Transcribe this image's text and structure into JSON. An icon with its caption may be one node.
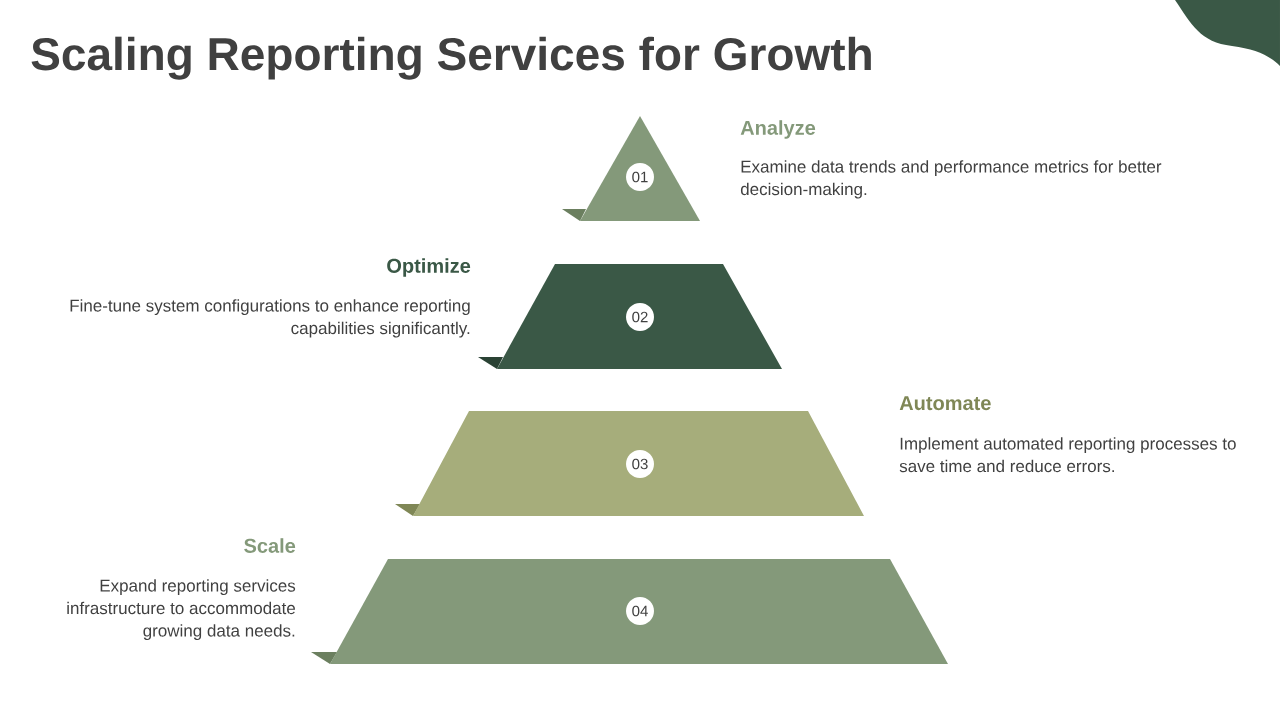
{
  "diagram": {
    "title": "Scaling Reporting Services for Growth",
    "nodes": [
      {
        "text": [
          "01"
        ],
        "beside": [
          "Analyze",
          "Examine data trends and performance metrics for better decision-making."
        ]
      },
      {
        "text": [
          "02"
        ],
        "beside": [
          "Optimize",
          "Fine-tune system configurations to enhance reporting capabilities significantly."
        ]
      },
      {
        "text": [
          "03"
        ],
        "beside": [
          "Automate",
          "Implement automated reporting processes to save time and reduce errors."
        ]
      },
      {
        "text": [
          "04"
        ],
        "beside": [
          "Scale",
          "Expand reporting services infrastructure to accommodate growing data needs."
        ]
      }
    ]
  }
}
